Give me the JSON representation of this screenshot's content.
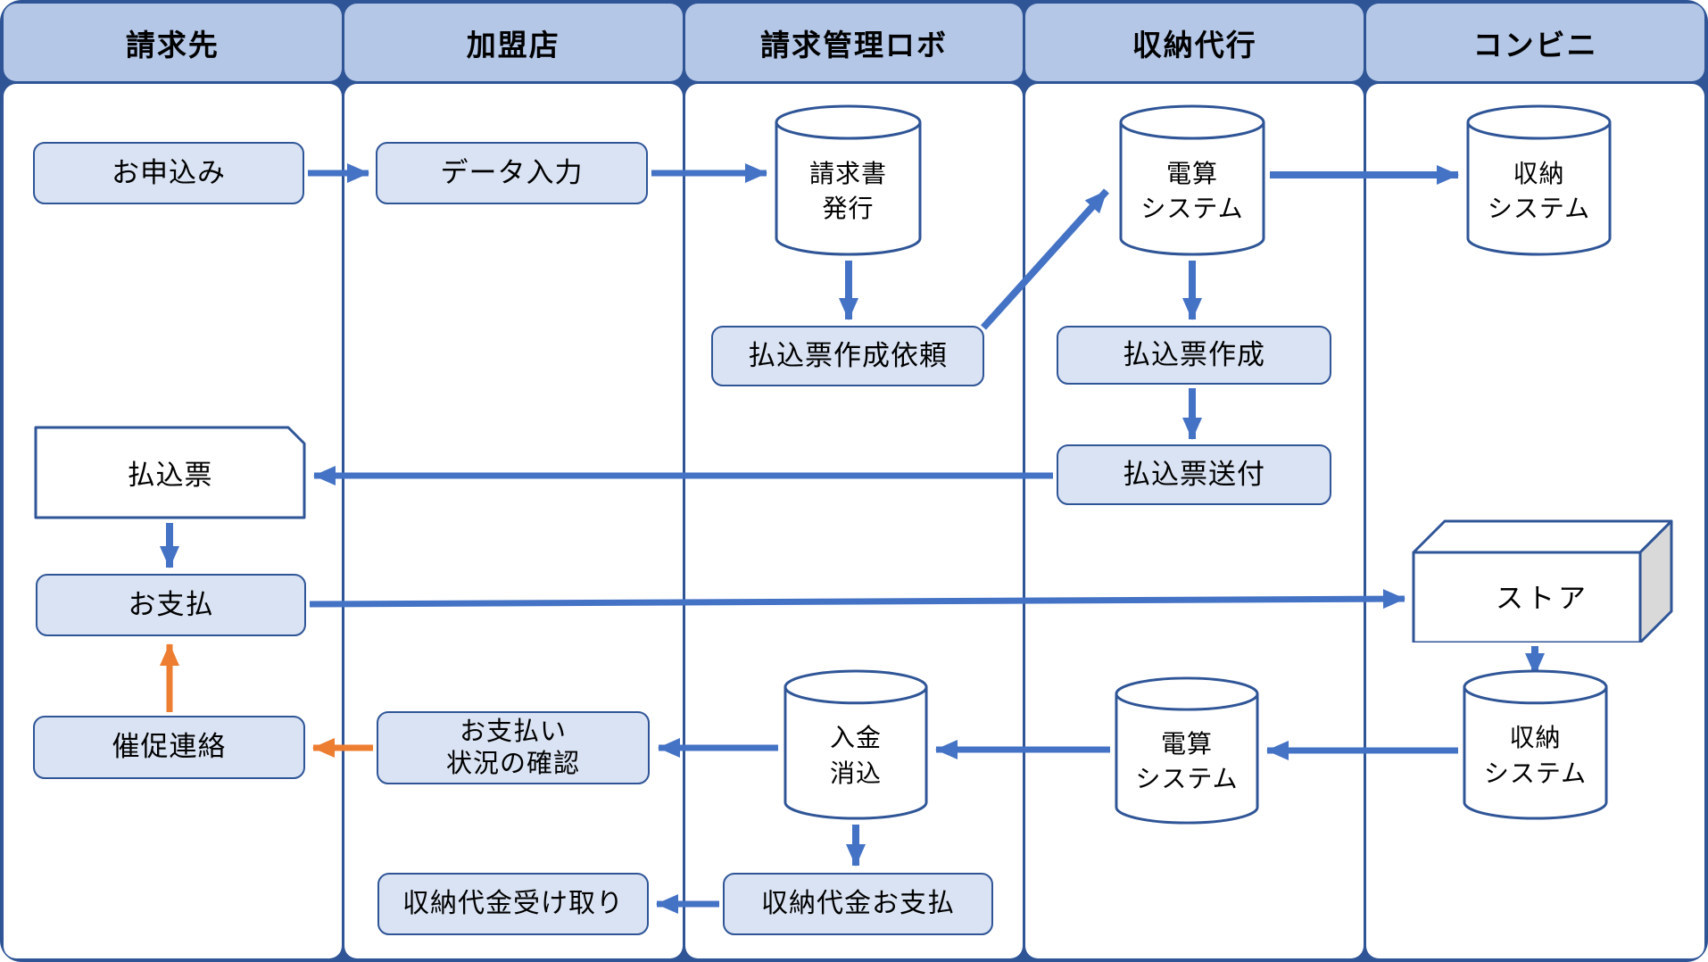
{
  "colors": {
    "frame_border": "#2F5597",
    "header_fill": "#B4C7E7",
    "process_fill": "#DAE3F3",
    "arrow_blue": "#4472C4",
    "arrow_orange": "#ED7D31",
    "box_side_gray": "#D9D9D9"
  },
  "lanes": [
    {
      "label": "請求先"
    },
    {
      "label": "加盟店"
    },
    {
      "label": "請求管理ロボ"
    },
    {
      "label": "収納代行"
    },
    {
      "label": "コンビニ"
    }
  ],
  "nodes": {
    "application": {
      "label": "お申込み"
    },
    "data_entry": {
      "label": "データ入力"
    },
    "invoice_issue": {
      "lines": [
        "請求書",
        "発行"
      ]
    },
    "densan_top": {
      "lines": [
        "電算",
        "システム"
      ]
    },
    "shuno_top": {
      "lines": [
        "収納",
        "システム"
      ]
    },
    "slip_request": {
      "label": "払込票作成依頼"
    },
    "slip_create": {
      "label": "払込票作成"
    },
    "slip_send": {
      "label": "払込票送付"
    },
    "payment_slip": {
      "label": "払込票"
    },
    "payment": {
      "label": "お支払"
    },
    "store": {
      "label": "ストア"
    },
    "reminder": {
      "label": "催促連絡"
    },
    "status_check": {
      "lines": [
        "お支払い",
        "状況の確認"
      ]
    },
    "deposit_clear": {
      "lines": [
        "入金",
        "消込"
      ]
    },
    "densan_bottom": {
      "lines": [
        "電算",
        "システム"
      ]
    },
    "shuno_bottom": {
      "lines": [
        "収納",
        "システム"
      ]
    },
    "receive_money": {
      "label": "収納代金受け取り"
    },
    "pay_money": {
      "label": "収納代金お支払"
    }
  }
}
